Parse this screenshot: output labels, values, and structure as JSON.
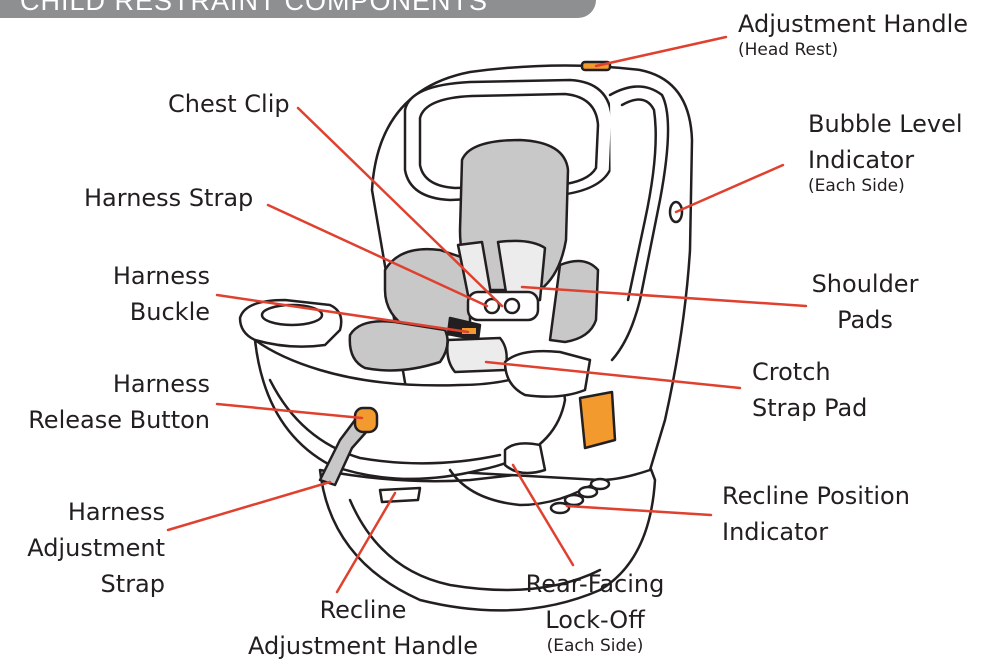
{
  "header": {
    "title": "CHILD RESTRAINT COMPONENTS",
    "color": "#8e8f91"
  },
  "colors": {
    "leader": "#e0412f",
    "orange": "#f29a2e",
    "pad_gray": "#c8c8c8",
    "outline": "#231f20"
  },
  "labels": {
    "adjustment_handle": {
      "line1": "Adjustment Handle",
      "note": "(Head Rest)"
    },
    "bubble_level": {
      "line1": "Bubble Level",
      "line2": "Indicator",
      "note": "(Each Side)"
    },
    "chest_clip": {
      "line1": "Chest Clip"
    },
    "harness_strap": {
      "line1": "Harness Strap"
    },
    "harness_buckle": {
      "line1": "Harness",
      "line2": "Buckle"
    },
    "shoulder_pads": {
      "line1": "Shoulder",
      "line2": "Pads"
    },
    "harness_release": {
      "line1": "Harness",
      "line2": "Release Button"
    },
    "crotch_strap_pad": {
      "line1": "Crotch",
      "line2": "Strap Pad"
    },
    "recline_position": {
      "line1": "Recline Position",
      "line2": "Indicator"
    },
    "harness_adjustment": {
      "line1": "Harness",
      "line2": "Adjustment",
      "line3": "Strap"
    },
    "recline_handle": {
      "line1": "Recline",
      "line2": "Adjustment Handle"
    },
    "rear_facing": {
      "line1": "Rear-Facing",
      "line2": "Lock-Off",
      "note": "(Each Side)"
    }
  }
}
